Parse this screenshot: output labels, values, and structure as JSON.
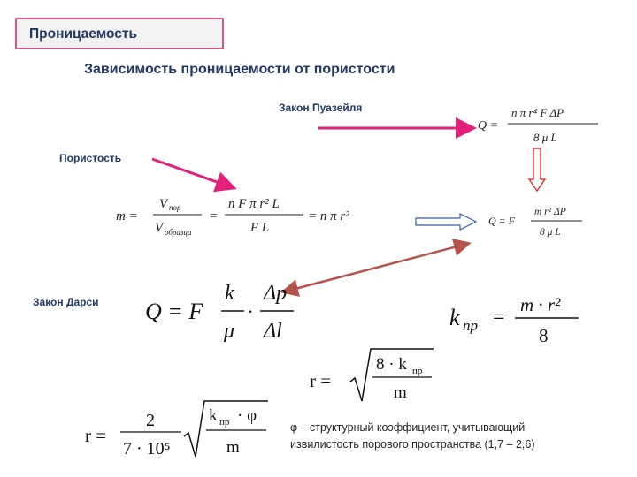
{
  "header": {
    "title": "Проницаемость"
  },
  "subtitle": "Зависимость проницаемости от пористости",
  "labels": {
    "poiseuille": "Закон Пуазейля",
    "porosity": "Пористость",
    "darcy": "Закон Дарси"
  },
  "note": {
    "line1": "φ – структурный коэффициент, учитывающий",
    "line2": "извилистость порового пространства (1,7 – 2,6)"
  },
  "formulas": {
    "poiseuille": {
      "lhs": "Q =",
      "num": "n π r⁴ F ΔP",
      "den": "8 μ L"
    },
    "porosity": {
      "lhs": "m =",
      "f1_num": "V",
      "f1_num_sub": "пор",
      "f1_den": "V",
      "f1_den_sub": "образца",
      "eq1": "=",
      "f2_num": "n F π r² L",
      "f2_den": "F L",
      "eq2": "= n π r²"
    },
    "poiseuille_sub": {
      "lhs": "Q = F",
      "num": "m r² ΔP",
      "den": "8 μ L"
    },
    "darcy": {
      "lhs": "Q = F",
      "k": "k",
      "mu": "μ",
      "dot": "·",
      "dp": "Δp",
      "dl": "Δl"
    },
    "knp": {
      "lhs": "k",
      "sub": "пр",
      "eq": "=",
      "num": "m · r²",
      "den": "8"
    },
    "r1": {
      "lhs": "r =",
      "num": "8 · k",
      "num_sub": "пр",
      "den": "m"
    },
    "r2": {
      "lhs": "r =",
      "num": "2",
      "den": "7 · 10⁵",
      "rad_num": "k",
      "rad_sub": "пр",
      "rad_num_tail": "· φ",
      "rad_den": "m"
    }
  },
  "colors": {
    "title_border": "#e0528c",
    "title_text": "#1f3864",
    "arrow_magenta": "#e0207a",
    "arrow_brown": "#b5524a",
    "arrow_red": "#e53030"
  },
  "icons": {
    "arrow1": "right-arrow-icon",
    "arrow2": "diagonal-arrow-icon",
    "arrow3": "hollow-right-arrow-icon",
    "arrow4": "hollow-down-arrow-icon",
    "arrow5": "double-arrow-icon"
  }
}
